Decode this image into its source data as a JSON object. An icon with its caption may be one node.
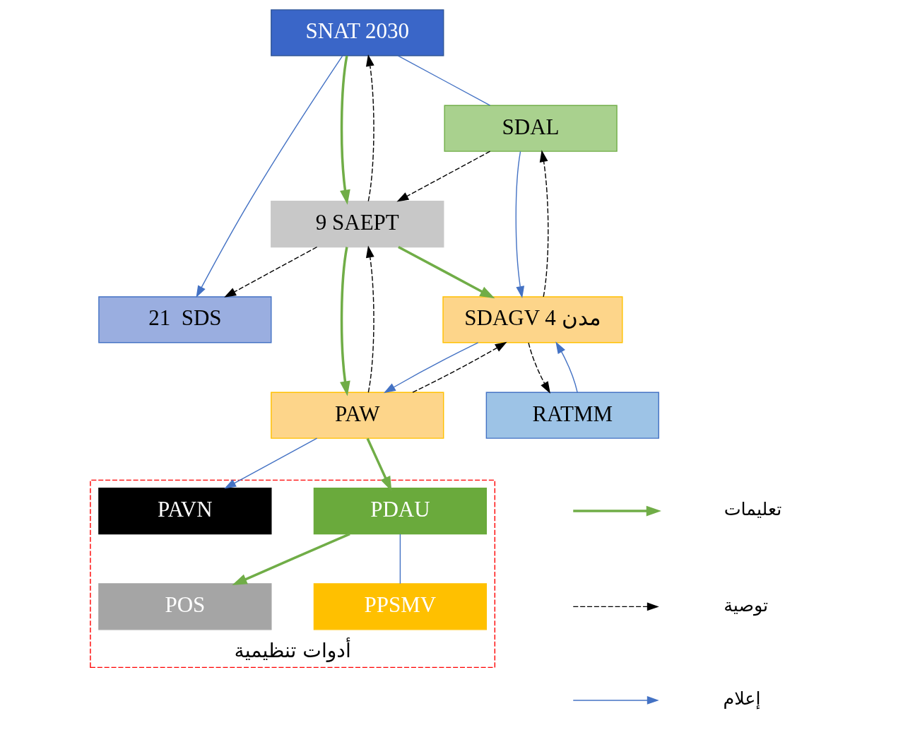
{
  "diagram": {
    "nodes": [
      {
        "text": [
          "SNAT 2030"
        ]
      },
      {
        "text": [
          "9 SAEPT"
        ]
      },
      {
        "text": [
          "21  SDS"
        ]
      },
      {
        "text": [
          "SDAL"
        ]
      },
      {
        "text": [
          "SDAGV 4 مدن"
        ]
      },
      {
        "text": [
          "PAW"
        ]
      },
      {
        "text": [
          "RATMM"
        ]
      },
      {
        "text": [
          "أدوات تنظيمية"
        ]
      },
      {
        "text": [
          "PDAU"
        ],
        "in": 7
      },
      {
        "text": [
          "PAVN"
        ],
        "in": 7
      },
      {
        "text": [
          "POS"
        ],
        "in": 7
      },
      {
        "text": [
          "PPSMV"
        ],
        "in": 7
      }
    ],
    "edges": [
      {
        "from": 0,
        "to": 1,
        "arrow": "to",
        "style": "thick",
        "color": "#70ad47"
      },
      {
        "from": 1,
        "to": 0,
        "arrow": "to",
        "style": "dashed",
        "color": "#000000"
      },
      {
        "from": 0,
        "to": 2,
        "arrow": "to",
        "color": "#4472c4"
      },
      {
        "from": 0,
        "to": 3,
        "arrow": "none",
        "color": "#4472c4"
      },
      {
        "from": 3,
        "to": 1,
        "arrow": "to",
        "style": "dashed",
        "color": "#000000"
      },
      {
        "from": 1,
        "to": 2,
        "arrow": "to",
        "style": "dashed",
        "color": "#000000"
      },
      {
        "from": 1,
        "to": 4,
        "arrow": "to",
        "style": "thick",
        "color": "#70ad47"
      },
      {
        "from": 1,
        "to": 5,
        "arrow": "to",
        "style": "thick",
        "color": "#70ad47"
      },
      {
        "from": 5,
        "to": 1,
        "arrow": "to",
        "style": "dashed",
        "color": "#000000"
      },
      {
        "from": 3,
        "to": 4,
        "arrow": "to",
        "color": "#4472c4"
      },
      {
        "from": 4,
        "to": 3,
        "arrow": "to",
        "style": "dashed",
        "color": "#000000"
      },
      {
        "from": 4,
        "to": 5,
        "arrow": "to",
        "color": "#4472c4"
      },
      {
        "from": 5,
        "to": 4,
        "arrow": "to",
        "style": "dashed",
        "color": "#000000"
      },
      {
        "from": 6,
        "to": 4,
        "arrow": "to",
        "color": "#4472c4"
      },
      {
        "from": 4,
        "to": 6,
        "arrow": "to",
        "style": "dashed",
        "color": "#000000"
      },
      {
        "from": 5,
        "to": 8,
        "arrow": "to",
        "style": "thick",
        "color": "#70ad47"
      },
      {
        "from": 5,
        "to": 9,
        "arrow": "to",
        "color": "#4472c4"
      },
      {
        "from": 8,
        "to": 10,
        "arrow": "to",
        "style": "thick",
        "color": "#70ad47"
      },
      {
        "from": 8,
        "to": 11,
        "arrow": "none",
        "color": "#4472c4"
      }
    ],
    "legend": [
      {
        "text": "تعليمات"
      },
      {
        "text": "توصية"
      },
      {
        "text": "إعلام"
      }
    ]
  }
}
